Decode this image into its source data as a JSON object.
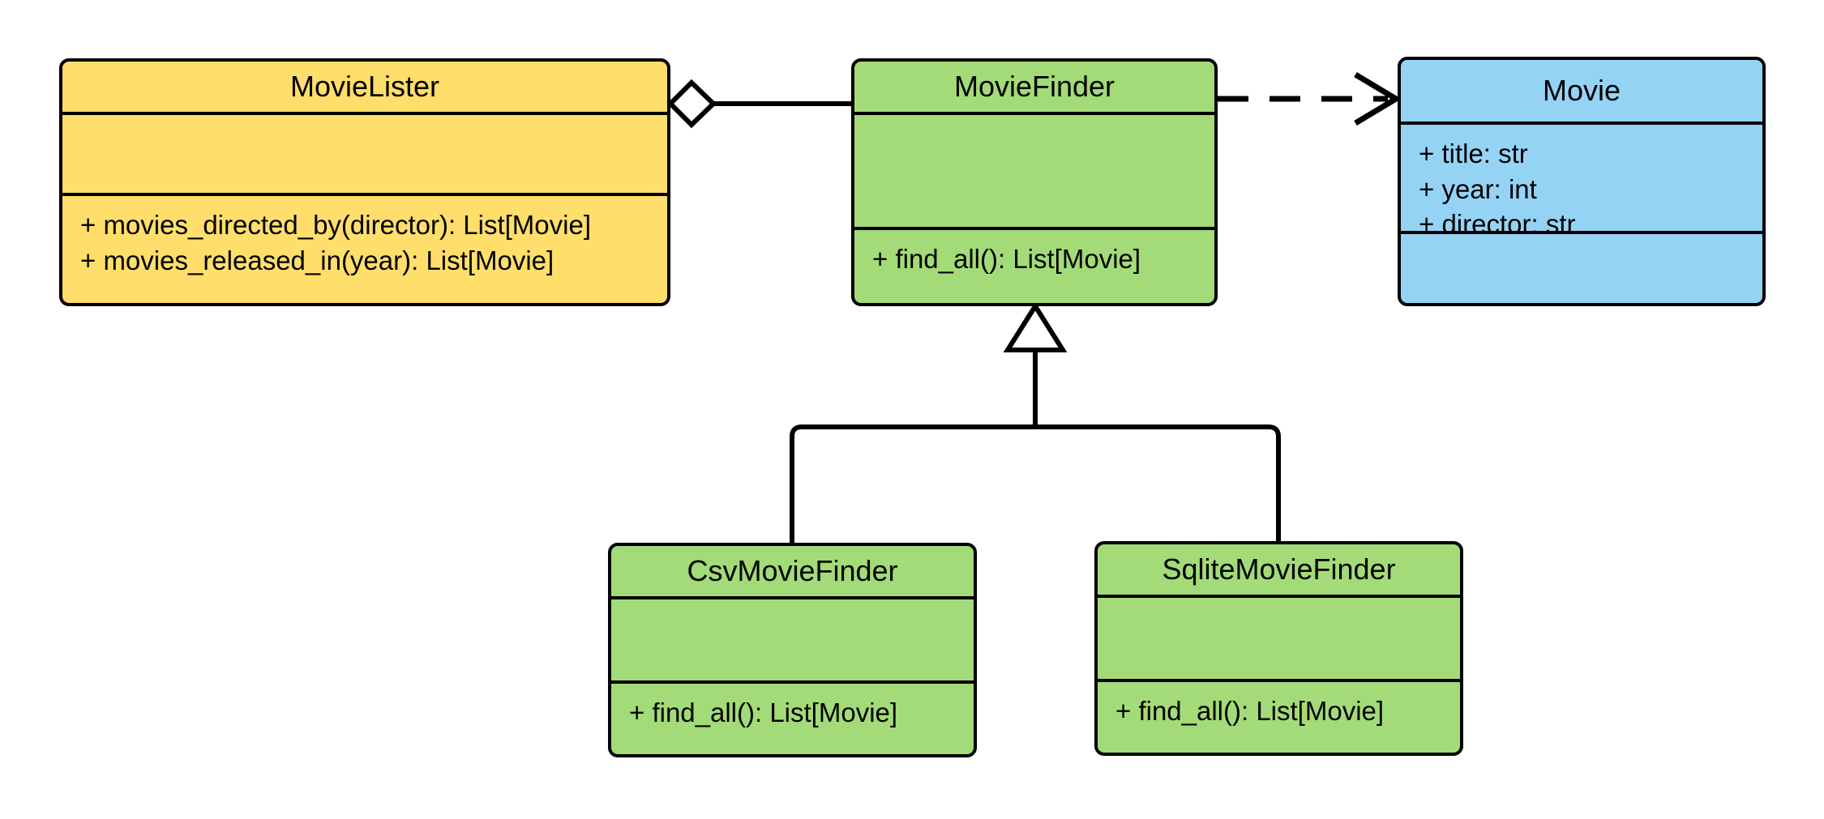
{
  "diagram": {
    "kind": "uml-class-diagram",
    "background": "#ffffff",
    "stroke_color": "#000000",
    "palette": {
      "yellow": "#ffde6b",
      "green": "#a3db78",
      "blue": "#95d3f5",
      "white": "#ffffff"
    }
  },
  "classes": {
    "movielister": {
      "name": "MovieLister",
      "fill": "#ffde6b",
      "attributes": [],
      "operations": [
        "+ movies_directed_by(director): List[Movie]",
        "+ movies_released_in(year): List[Movie]"
      ]
    },
    "moviefinder": {
      "name": "MovieFinder",
      "fill": "#a3db78",
      "attributes": [],
      "operations": [
        "+ find_all(): List[Movie]"
      ]
    },
    "movie": {
      "name": "Movie",
      "fill": "#95d3f5",
      "attributes": [
        "+ title: str",
        "+ year: int",
        "+ director: str"
      ],
      "operations": []
    },
    "csvmoviefinder": {
      "name": "CsvMovieFinder",
      "fill": "#a3db78",
      "attributes": [],
      "operations": [
        "+ find_all(): List[Movie]"
      ]
    },
    "sqlitemoviefinder": {
      "name": "SqliteMovieFinder",
      "fill": "#a3db78",
      "attributes": [],
      "operations": [
        "+ find_all(): List[Movie]"
      ]
    }
  },
  "relationships": [
    {
      "id": "aggregation-movielister-moviefinder",
      "type": "aggregation",
      "source": "MovieLister",
      "target": "MovieFinder",
      "line": "solid",
      "source_marker": "hollow-diamond",
      "target_marker": "none",
      "label": ""
    },
    {
      "id": "dependency-moviefinder-movie",
      "type": "dependency",
      "source": "MovieFinder",
      "target": "Movie",
      "line": "dashed",
      "source_marker": "none",
      "target_marker": "open-arrow",
      "label": ""
    },
    {
      "id": "generalization-csvmoviefinder-moviefinder",
      "type": "generalization",
      "source": "CsvMovieFinder",
      "target": "MovieFinder",
      "line": "solid",
      "source_marker": "none",
      "target_marker": "hollow-triangle",
      "label": ""
    },
    {
      "id": "generalization-sqlitemoviefinder-moviefinder",
      "type": "generalization",
      "source": "SqliteMovieFinder",
      "target": "MovieFinder",
      "line": "solid",
      "source_marker": "none",
      "target_marker": "hollow-triangle",
      "label": ""
    }
  ]
}
